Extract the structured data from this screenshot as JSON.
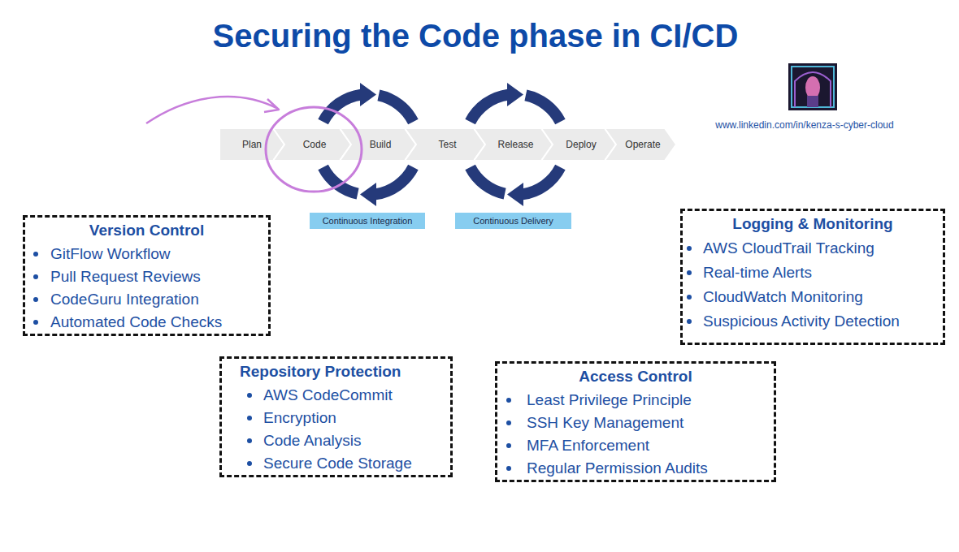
{
  "diagram": {
    "title": "Securing the Code phase in CI/CD",
    "nodes": [
      {
        "text": [
          "Plan"
        ]
      },
      {
        "text": [
          "Code"
        ]
      },
      {
        "text": [
          "Build"
        ]
      },
      {
        "text": [
          "Test"
        ]
      },
      {
        "text": [
          "Release"
        ]
      },
      {
        "text": [
          "Deploy"
        ]
      },
      {
        "text": [
          "Operate"
        ]
      },
      {
        "text": [
          "Continuous Integration"
        ]
      },
      {
        "text": [
          "Continuous Delivery"
        ]
      },
      {
        "text": [
          "Version Control",
          "GitFlow Workflow",
          "Pull Request Reviews",
          "CodeGuru Integration",
          "Automated Code Checks"
        ]
      },
      {
        "text": [
          "Logging & Monitoring",
          "AWS CloudTrail Tracking",
          "Real-time Alerts",
          "CloudWatch Monitoring",
          "Suspicious Activity Detection"
        ]
      },
      {
        "text": [
          "Repository Protection",
          "AWS CodeCommit",
          "Encryption",
          "Code Analysis",
          "Secure Code Storage"
        ]
      },
      {
        "text": [
          "Access Control",
          "Least Privilege Principle",
          "SSH Key Management",
          "MFA Enforcement",
          "Regular Permission Audits"
        ]
      }
    ],
    "labels": [
      "www.linkedin.com/in/kenza-s-cyber-cloud"
    ]
  }
}
